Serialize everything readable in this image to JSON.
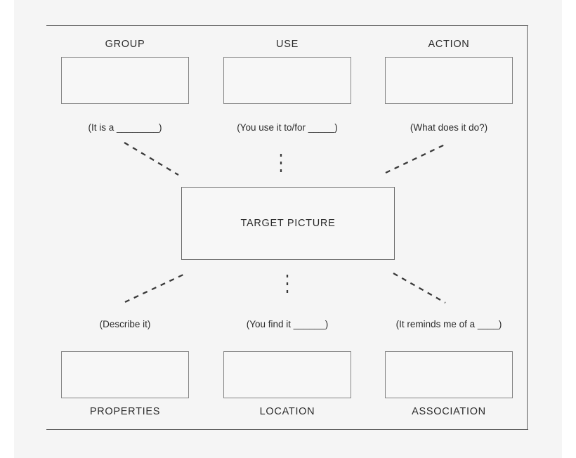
{
  "sheet": {
    "background_color": "#f5f5f5",
    "frame_color": "#595959",
    "box_border_color": "#858585",
    "text_color": "#2b2b2b"
  },
  "center": {
    "label": "TARGET PICTURE"
  },
  "top_row": [
    {
      "category": "GROUP",
      "prompt": "(It is a ________)"
    },
    {
      "category": "USE",
      "prompt": "(You use it to/for _____)"
    },
    {
      "category": "ACTION",
      "prompt": "(What does it do?)"
    }
  ],
  "bottom_row": [
    {
      "category": "PROPERTIES",
      "prompt": "(Describe it)"
    },
    {
      "category": "LOCATION",
      "prompt": "(You find it ______)"
    },
    {
      "category": "ASSOCIATION",
      "prompt": "(It reminds me of a ____)"
    }
  ]
}
